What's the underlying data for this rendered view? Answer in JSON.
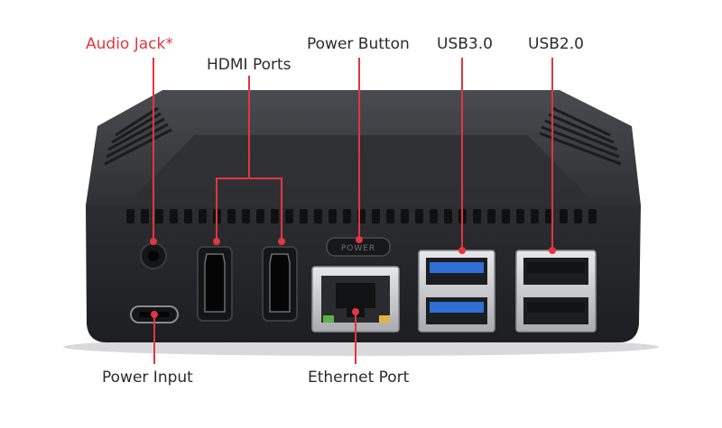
{
  "labels": {
    "audio_jack": "Audio Jack*",
    "hdmi_ports": "HDMI Ports",
    "power_button": "Power Button",
    "usb3": "USB3.0",
    "usb2": "USB2.0",
    "power_input": "Power Input",
    "ethernet_port": "Ethernet Port",
    "power_button_engraving": "POWER"
  },
  "colors": {
    "accent": "#e0363f",
    "leader": "#e0363f",
    "case": "#2a2b2e",
    "case_top": "#3a3b3f",
    "usb3_blue": "#2f6fd6",
    "text": "#2b2b2b"
  }
}
